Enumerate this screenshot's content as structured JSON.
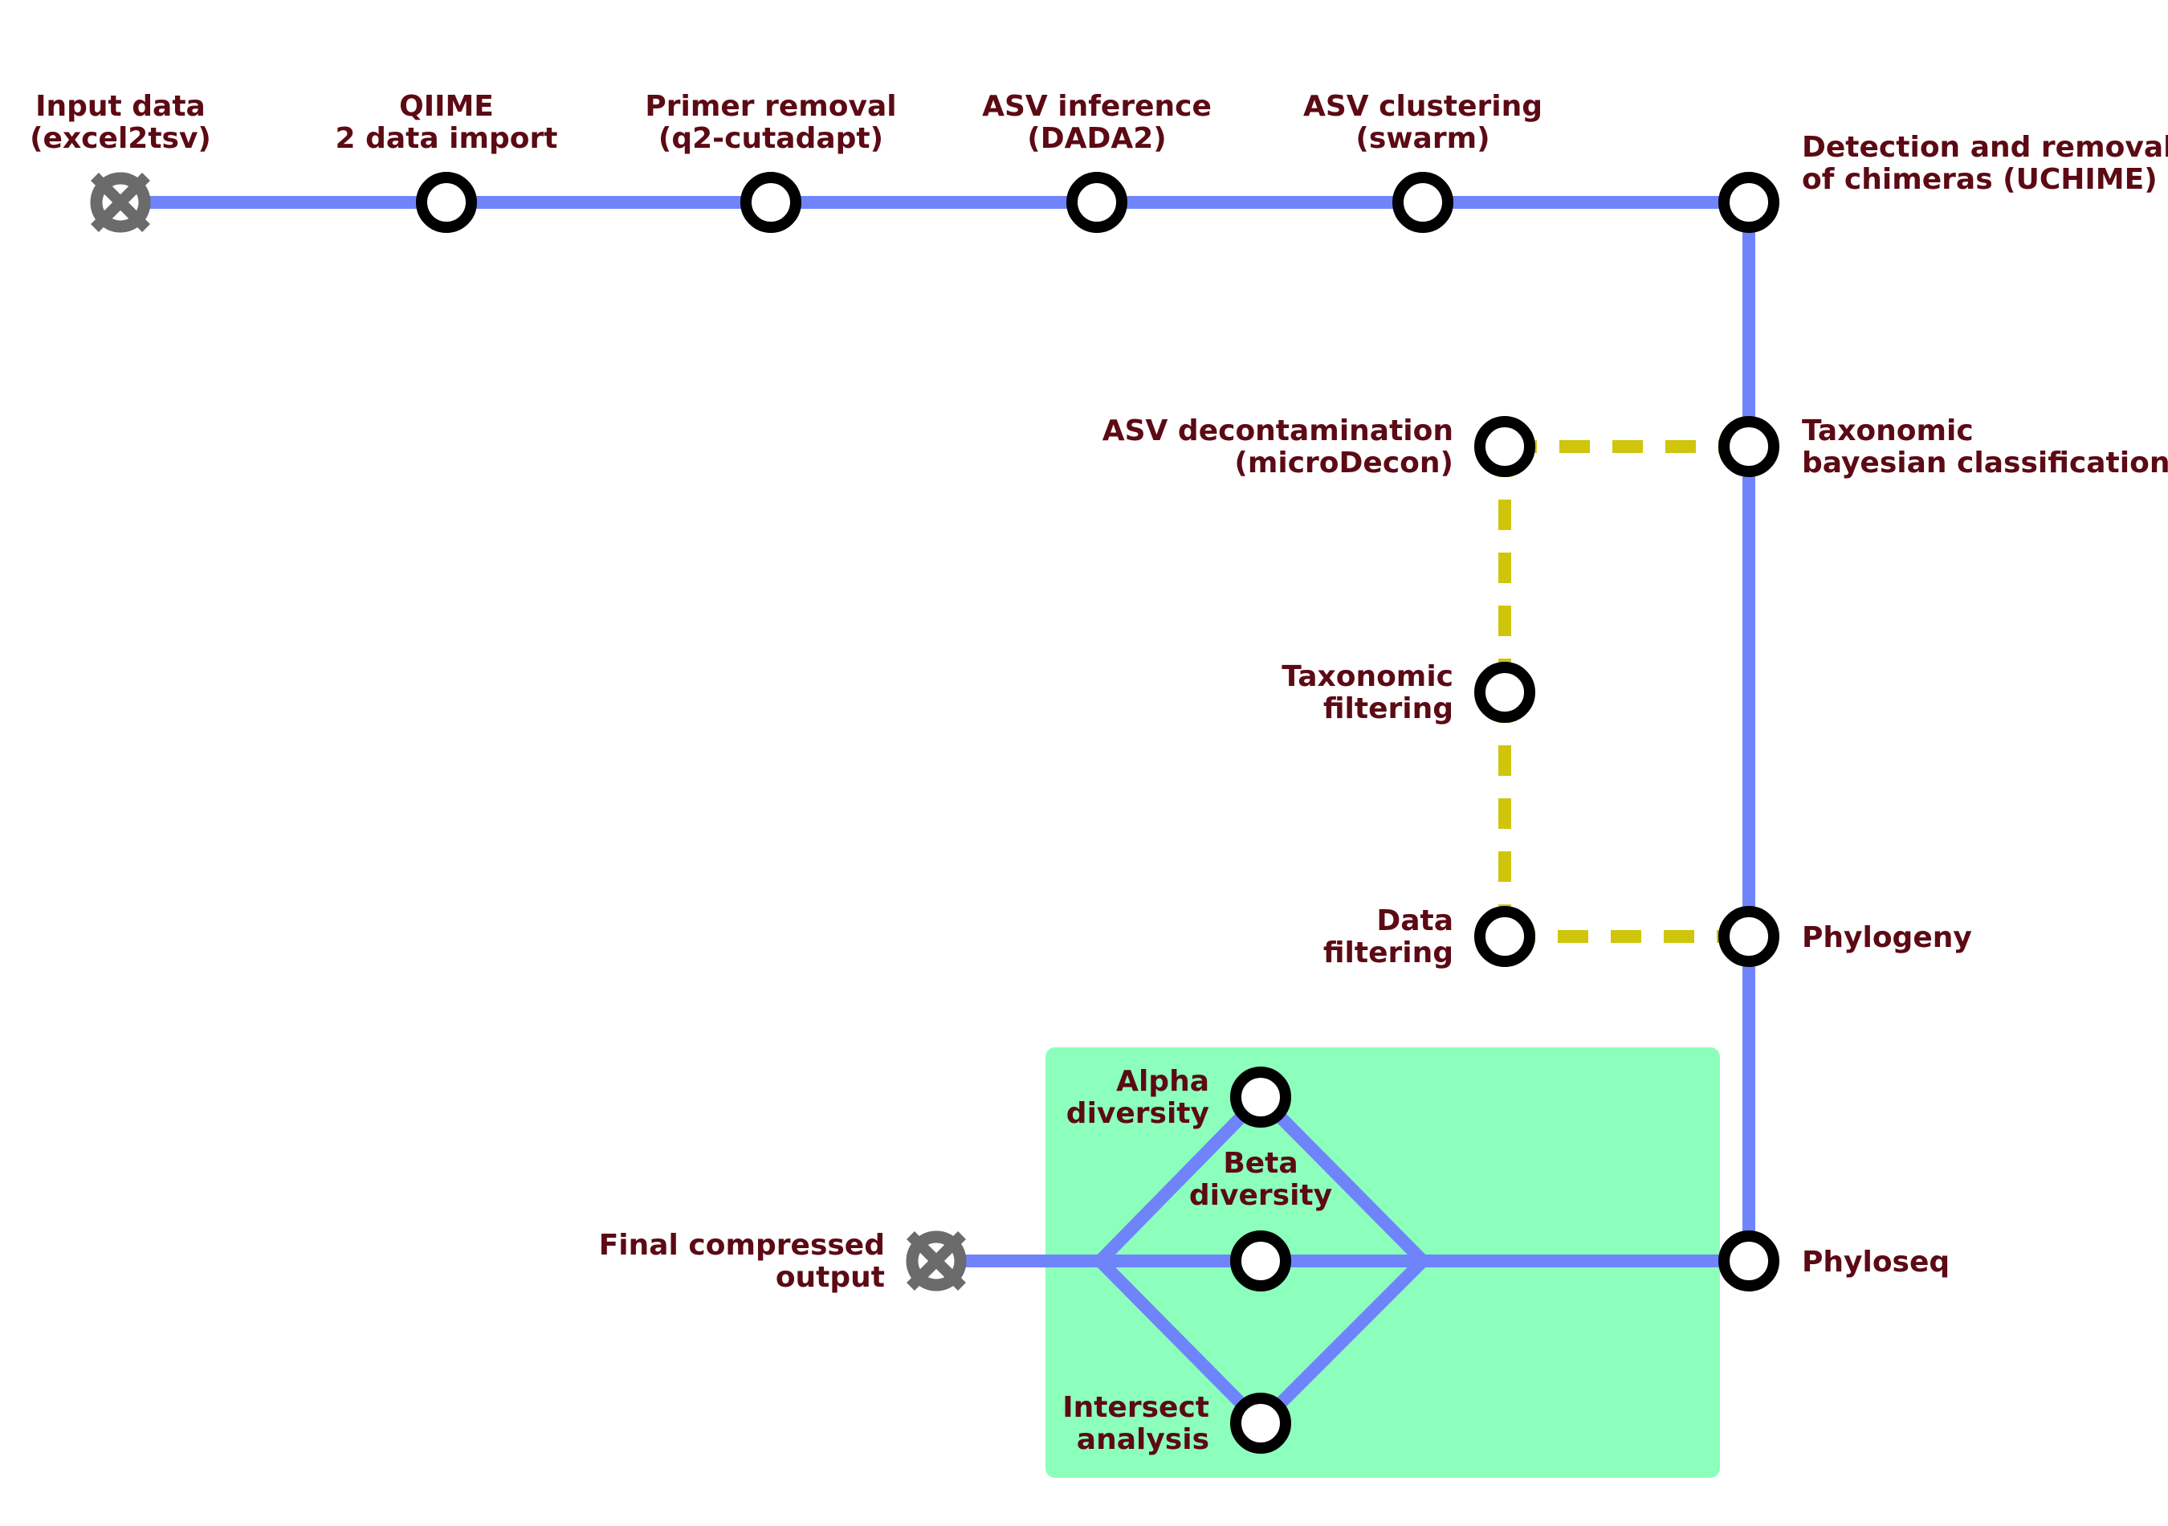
{
  "colors": {
    "main_line": "#6f84fb",
    "optional_line": "#cfc60c",
    "analysis_box": "#8cffbc",
    "station_stroke": "#000000",
    "station_fill": "#ffffff",
    "terminal": "#6b6b6b",
    "label": "#5c0a14"
  },
  "stations": {
    "input": {
      "type": "terminal",
      "lines": [
        "Input data",
        "(excel2tsv)"
      ]
    },
    "qiime": {
      "type": "station",
      "lines": [
        "QIIME",
        "2 data import"
      ]
    },
    "primer": {
      "type": "station",
      "lines": [
        "Primer removal",
        "(q2-cutadapt)"
      ]
    },
    "asv_inference": {
      "type": "station",
      "lines": [
        "ASV inference",
        "(DADA2)"
      ]
    },
    "asv_clustering": {
      "type": "station",
      "lines": [
        "ASV clustering",
        "(swarm)"
      ]
    },
    "chimeras": {
      "type": "station",
      "lines": [
        "Detection and removal",
        "of chimeras (UCHIME)"
      ]
    },
    "taxonomic_class": {
      "type": "station",
      "lines": [
        "Taxonomic",
        "bayesian classification"
      ]
    },
    "decontam": {
      "type": "station",
      "lines": [
        "ASV decontamination",
        "(microDecon)"
      ]
    },
    "tax_filter": {
      "type": "station",
      "lines": [
        "Taxonomic",
        "filtering"
      ]
    },
    "data_filter": {
      "type": "station",
      "lines": [
        "Data",
        "filtering"
      ]
    },
    "phylogeny": {
      "type": "station",
      "lines": [
        "Phylogeny"
      ]
    },
    "phyloseq": {
      "type": "station",
      "lines": [
        "Phyloseq"
      ]
    },
    "alpha": {
      "type": "station",
      "lines": [
        "Alpha",
        "diversity"
      ]
    },
    "beta": {
      "type": "station",
      "lines": [
        "Beta",
        "diversity"
      ]
    },
    "intersect": {
      "type": "station",
      "lines": [
        "Intersect",
        "analysis"
      ]
    },
    "final": {
      "type": "terminal",
      "lines": [
        "Final compressed",
        "output"
      ]
    }
  },
  "edges": [
    {
      "from": "input",
      "to": "qiime",
      "style": "solid"
    },
    {
      "from": "qiime",
      "to": "primer",
      "style": "solid"
    },
    {
      "from": "primer",
      "to": "asv_inference",
      "style": "solid"
    },
    {
      "from": "asv_inference",
      "to": "asv_clustering",
      "style": "solid"
    },
    {
      "from": "asv_clustering",
      "to": "chimeras",
      "style": "solid"
    },
    {
      "from": "chimeras",
      "to": "taxonomic_class",
      "style": "solid"
    },
    {
      "from": "taxonomic_class",
      "to": "phylogeny",
      "style": "solid"
    },
    {
      "from": "phylogeny",
      "to": "phyloseq",
      "style": "solid"
    },
    {
      "from": "taxonomic_class",
      "to": "decontam",
      "style": "dashed"
    },
    {
      "from": "decontam",
      "to": "tax_filter",
      "style": "dashed"
    },
    {
      "from": "tax_filter",
      "to": "data_filter",
      "style": "dashed"
    },
    {
      "from": "data_filter",
      "to": "phylogeny",
      "style": "dashed"
    },
    {
      "from": "phyloseq",
      "to": "beta",
      "style": "solid",
      "via_junction": true
    },
    {
      "from": "phyloseq",
      "to": "alpha",
      "style": "solid",
      "via_junction": true
    },
    {
      "from": "phyloseq",
      "to": "intersect",
      "style": "solid",
      "via_junction": true
    },
    {
      "from": "alpha",
      "to": "final",
      "style": "solid",
      "via_junction": true
    },
    {
      "from": "beta",
      "to": "final",
      "style": "solid",
      "via_junction": true
    },
    {
      "from": "intersect",
      "to": "final",
      "style": "solid",
      "via_junction": true
    }
  ]
}
